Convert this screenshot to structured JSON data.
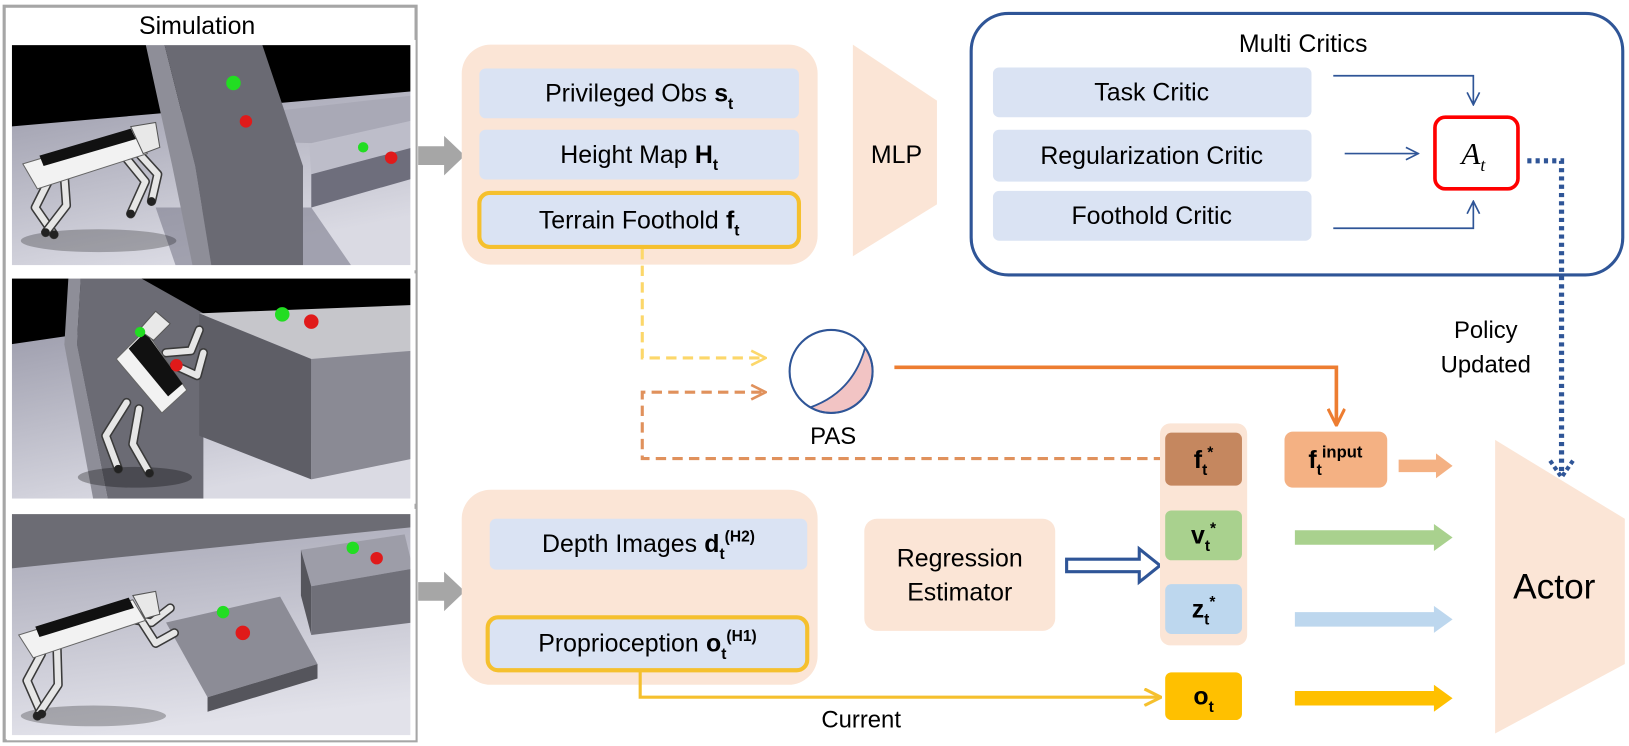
{
  "simulation": {
    "title": "Simulation"
  },
  "privileged": {
    "obs": {
      "text": "Privileged Obs",
      "symbol": "s",
      "sub": "t"
    },
    "height_map": {
      "text": "Height Map",
      "symbol": "H",
      "sub": "t"
    },
    "foothold": {
      "text": "Terrain Foothold",
      "symbol": "f",
      "sub": "t"
    }
  },
  "mlp": {
    "label": "MLP"
  },
  "critics": {
    "title": "Multi Critics",
    "items": [
      "Task Critic",
      "Regularization Critic",
      "Foothold Critic"
    ]
  },
  "advantage": {
    "symbol": "A",
    "sub": "t"
  },
  "policy_update": {
    "line1": "Policy",
    "line2": "Updated"
  },
  "pas": {
    "label": "PAS"
  },
  "observations": {
    "depth": {
      "text": "Depth Images",
      "symbol": "d",
      "sub": "t",
      "sup": "(H2)"
    },
    "proprio": {
      "text": "Proprioception",
      "symbol": "o",
      "sub": "t",
      "sup": "(H1)"
    }
  },
  "estimator": {
    "line1": "Regression",
    "line2": "Estimator"
  },
  "estimates": [
    {
      "symbol": "f",
      "sub": "t",
      "sup": "*",
      "color": "#c5875f"
    },
    {
      "symbol": "v",
      "sub": "t",
      "sup": "*",
      "color": "#a9d18e"
    },
    {
      "symbol": "z",
      "sub": "t",
      "sup": "*",
      "color": "#bdd7ee"
    }
  ],
  "current_obs": {
    "symbol": "o",
    "sub": "t",
    "color": "#ffc000"
  },
  "foothold_input": {
    "symbol": "f",
    "sub": "t",
    "sup": "input",
    "color": "#f4b183"
  },
  "current_label": "Current",
  "actor": {
    "label": "Actor"
  },
  "colors": {
    "panel": "#fbe5d6",
    "box": "#dae3f3",
    "highlight_border": "#f5c02e",
    "critic_border": "#2f5597",
    "advantage_border": "#ff0000",
    "pas_arrow": "#ed7d31",
    "sim_arrow": "#a6a6a6"
  }
}
